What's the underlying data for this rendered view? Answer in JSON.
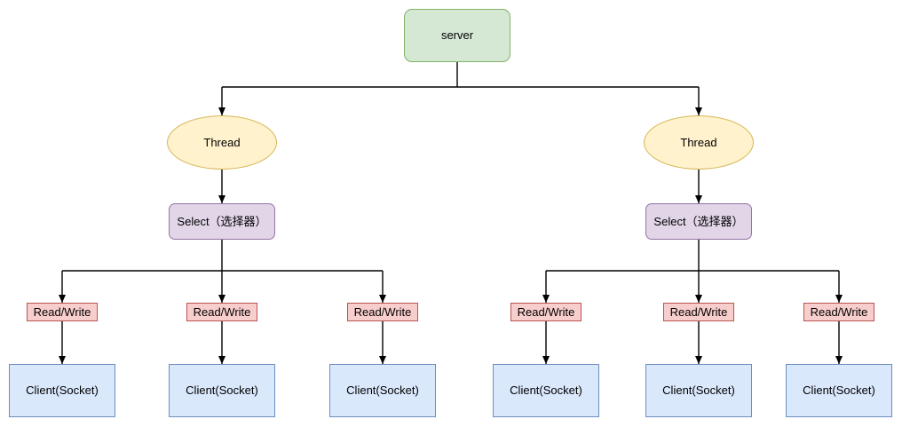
{
  "diagram": {
    "type": "flowchart",
    "description": "Multi-threaded NIO server model: server dispatches to two threads, each thread owns a selector multiplexing read/write events across client sockets",
    "colors": {
      "canvas_bg": "#ffffff",
      "line": "#000000",
      "text": "#000000"
    },
    "node_types": {
      "server": {
        "label": "server",
        "shape": "rounded-rect",
        "fill": "#d5e8d4",
        "stroke": "#82b366"
      },
      "thread": {
        "label": "Thread",
        "shape": "ellipse",
        "fill": "#fff2cc",
        "stroke": "#d6b656"
      },
      "selector": {
        "label": "Select（选择器）",
        "shape": "rounded-rect",
        "fill": "#e1d5e7",
        "stroke": "#9673a6"
      },
      "read_write": {
        "label": "Read/Write",
        "shape": "rect",
        "fill": "#f8cecc",
        "stroke": "#b85450"
      },
      "client": {
        "label": "Client(Socket)",
        "shape": "rect",
        "fill": "#dae8fc",
        "stroke": "#6c8ebf"
      }
    },
    "counts": {
      "server": 1,
      "thread": 2,
      "selector": 2,
      "read_write": 6,
      "client": 6
    },
    "edges": [
      {
        "from": "server",
        "to": "thread-left"
      },
      {
        "from": "server",
        "to": "thread-right"
      },
      {
        "from": "thread-left",
        "to": "selector-left"
      },
      {
        "from": "thread-right",
        "to": "selector-right"
      },
      {
        "from": "selector-left",
        "to": "read-write-1"
      },
      {
        "from": "selector-left",
        "to": "read-write-2"
      },
      {
        "from": "selector-left",
        "to": "read-write-3"
      },
      {
        "from": "selector-right",
        "to": "read-write-4"
      },
      {
        "from": "selector-right",
        "to": "read-write-5"
      },
      {
        "from": "selector-right",
        "to": "read-write-6"
      },
      {
        "from": "read-write-1",
        "to": "client-1"
      },
      {
        "from": "read-write-2",
        "to": "client-2"
      },
      {
        "from": "read-write-3",
        "to": "client-3"
      },
      {
        "from": "read-write-4",
        "to": "client-4"
      },
      {
        "from": "read-write-5",
        "to": "client-5"
      },
      {
        "from": "read-write-6",
        "to": "client-6"
      }
    ]
  }
}
